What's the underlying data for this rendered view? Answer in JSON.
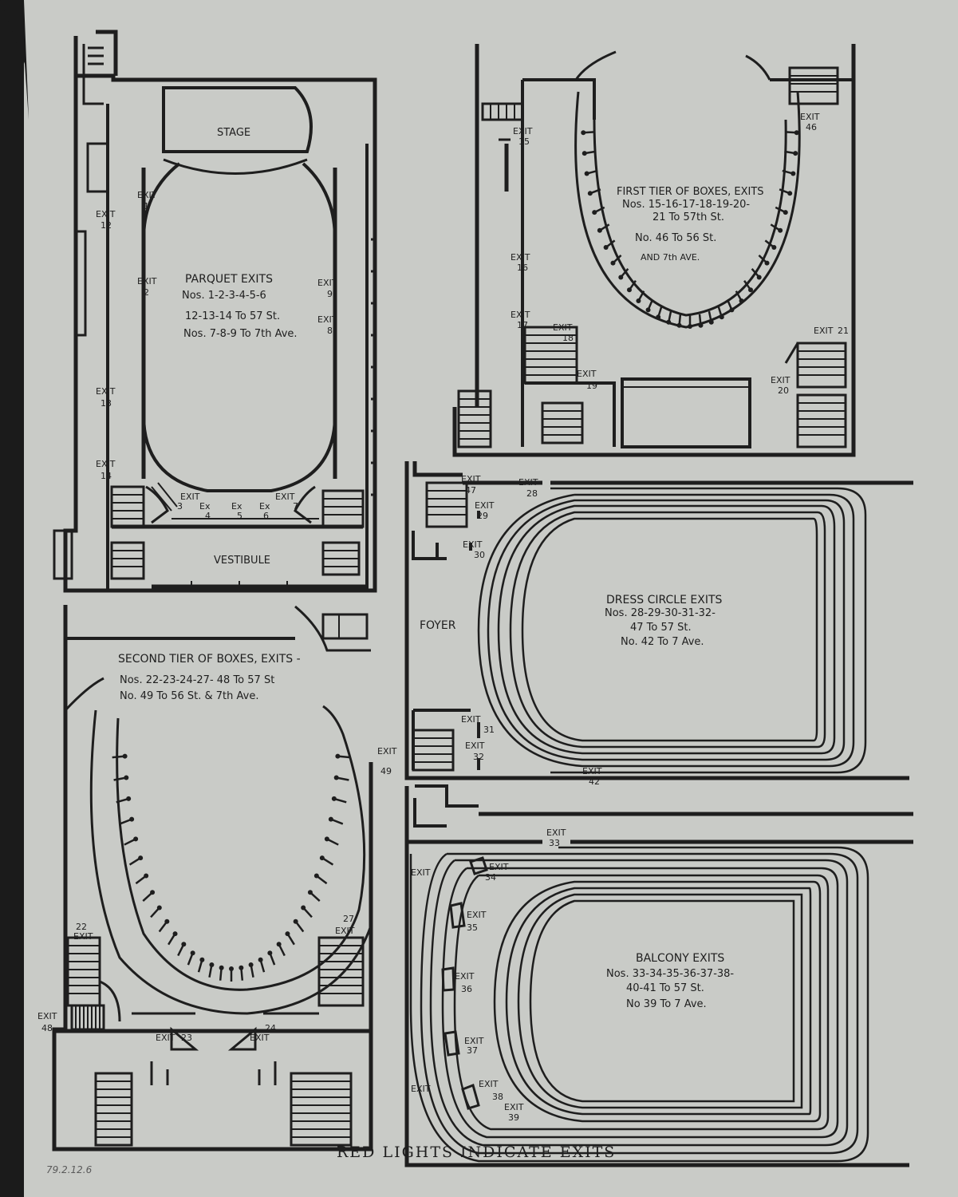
{
  "colors": {
    "paper": "#c9cbc7",
    "ink": "#1e1e1e",
    "edge": "#222222"
  },
  "parquet": {
    "stage": "STAGE",
    "vestibule": "VESTIBULE",
    "title": "PARQUET EXITS",
    "lines": [
      "Nos. 1-2-3-4-5-6",
      "12-13-14 To 57 St.",
      "Nos. 7-8-9 To 7th Ave."
    ],
    "exits": {
      "e1": "1",
      "e2": "2",
      "e3": "3",
      "e4": "4",
      "e5": "5",
      "e6": "6",
      "e7": "7",
      "e8": "8",
      "e9": "9",
      "e12": "12",
      "e13": "13",
      "e14": "14"
    }
  },
  "first_tier": {
    "title": "FIRST TIER OF BOXES, EXITS",
    "lines": [
      "Nos. 15-16-17-18-19-20-",
      "21 To 57th St.",
      "No. 46 To 56 St.",
      "AND 7th AVE."
    ],
    "exits": {
      "e15": "15",
      "e16": "16",
      "e17": "17",
      "e18": "18",
      "e19": "19",
      "e20": "20",
      "e21": "21",
      "e46": "46"
    }
  },
  "dress_circle": {
    "foyer": "FOYER",
    "title": "DRESS CIRCLE EXITS",
    "lines": [
      "Nos. 28-29-30-31-32-",
      "47 To 57 St.",
      "No. 42 To 7 Ave."
    ],
    "exits": {
      "e28": "28",
      "e29": "29",
      "e30": "30",
      "e31": "31",
      "e32": "32",
      "e42": "42",
      "e47": "47"
    }
  },
  "second_tier": {
    "title": "SECOND TIER OF BOXES, EXITS -",
    "lines": [
      "Nos. 22-23-24-27- 48 To 57 St",
      "No. 49 To 56 St. & 7th Ave."
    ],
    "exits": {
      "e22": "22",
      "e23": "23",
      "e24": "24",
      "e27": "27",
      "e48": "48",
      "e49": "49"
    }
  },
  "balcony": {
    "title": "BALCONY EXITS",
    "lines": [
      "Nos. 33-34-35-36-37-38-",
      "40-41 To 57 St.",
      "No 39 To 7 Ave."
    ],
    "exits": {
      "e33": "33",
      "e34": "34",
      "e35": "35",
      "e36": "36",
      "e37": "37",
      "e38": "38",
      "e39": "39"
    }
  },
  "exit_word": "EXIT",
  "ex_word": "Ex",
  "footer": "RED LIGHTS INDICATE EXITS",
  "handwritten": "79.2.12.6"
}
